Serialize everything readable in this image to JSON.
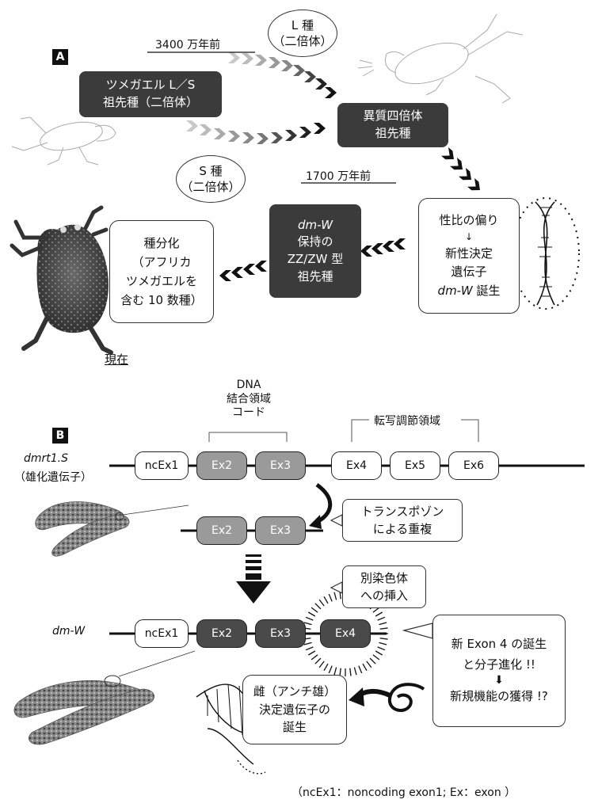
{
  "panel_a": {
    "label": "A",
    "ancestor": "ツメガエル L／S\n祖先種（二倍体）",
    "l_species": "L 種\n（二倍体）",
    "s_species": "S 種\n（二倍体）",
    "time_upper": "3400 万年前",
    "time_lower": "1700 万年前",
    "allotetraploid": "異質四倍体\n祖先種",
    "sex_ratio": "性比の偏り",
    "down_arrow": "↓",
    "new_gene": "新性決定\n遺伝子",
    "dmw_name": "dm-W",
    "birth": " 誕生",
    "zzzw_name": "dm-W",
    "zzzw_text": "保持の\nZZ/ZW 型\n祖先種",
    "speciation_title": "種分化",
    "speciation_text": "（アフリカ\nツメガエルを\n含む 10 数種）",
    "present": "現在"
  },
  "panel_b": {
    "label": "B",
    "dna_binding": "DNA\n結合領域\nコード",
    "transcription": "転写調節領域",
    "dmrt_name": "dmrt1.S",
    "dmrt_sub": "（雄化遺伝子）",
    "exons_top": [
      "ncEx1",
      "Ex2",
      "Ex3",
      "Ex4",
      "Ex5",
      "Ex6"
    ],
    "exons_dup": [
      "Ex2",
      "Ex3"
    ],
    "transposon": "トランスポゾン\nによる重複",
    "insertion": "別染色体\nへの挿入",
    "dmw_name": "dm-W",
    "exons_dmw": [
      "ncEx1",
      "Ex2",
      "Ex3",
      "Ex4"
    ],
    "new_exon_line1": "新 Exon 4 の誕生",
    "new_exon_line2": "と分子進化 !!",
    "new_exon_arrow": "⬇",
    "new_exon_line3": "新規機能の獲得 !?",
    "female_gene": "雌（アンチ雄）\n決定遺伝子の\n誕生",
    "footnote": "（ncEx1：noncoding exon1; Ex：exon ）"
  }
}
